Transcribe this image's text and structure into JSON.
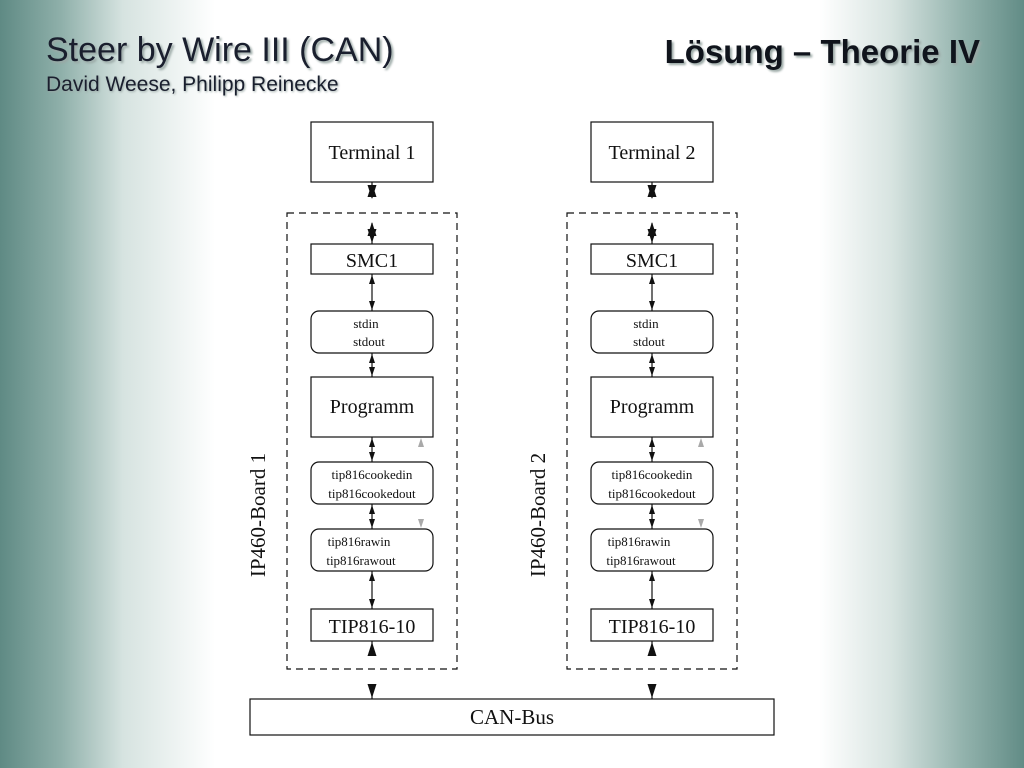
{
  "header": {
    "title": "Steer by Wire III (CAN)",
    "authors": "David Weese, Philipp Reinecke",
    "slide_title": "Lösung – Theorie IV"
  },
  "diagram": {
    "columns": [
      {
        "terminal": "Terminal 1",
        "board": "IP460-Board  1",
        "smc": "SMC1",
        "std": [
          "stdin",
          "stdout"
        ],
        "program": "Programm",
        "cooked": [
          "tip816cookedin",
          "tip816cookedout"
        ],
        "raw": [
          "tip816rawin",
          "tip816rawout"
        ],
        "tip": "TIP816-10"
      },
      {
        "terminal": "Terminal 2",
        "board": "IP460-Board 2",
        "smc": "SMC1",
        "std": [
          "stdin",
          "stdout"
        ],
        "program": "Programm",
        "cooked": [
          "tip816cookedin",
          "tip816cookedout"
        ],
        "raw": [
          "tip816rawin",
          "tip816rawout"
        ],
        "tip": "TIP816-10"
      }
    ],
    "bus": "CAN-Bus"
  }
}
